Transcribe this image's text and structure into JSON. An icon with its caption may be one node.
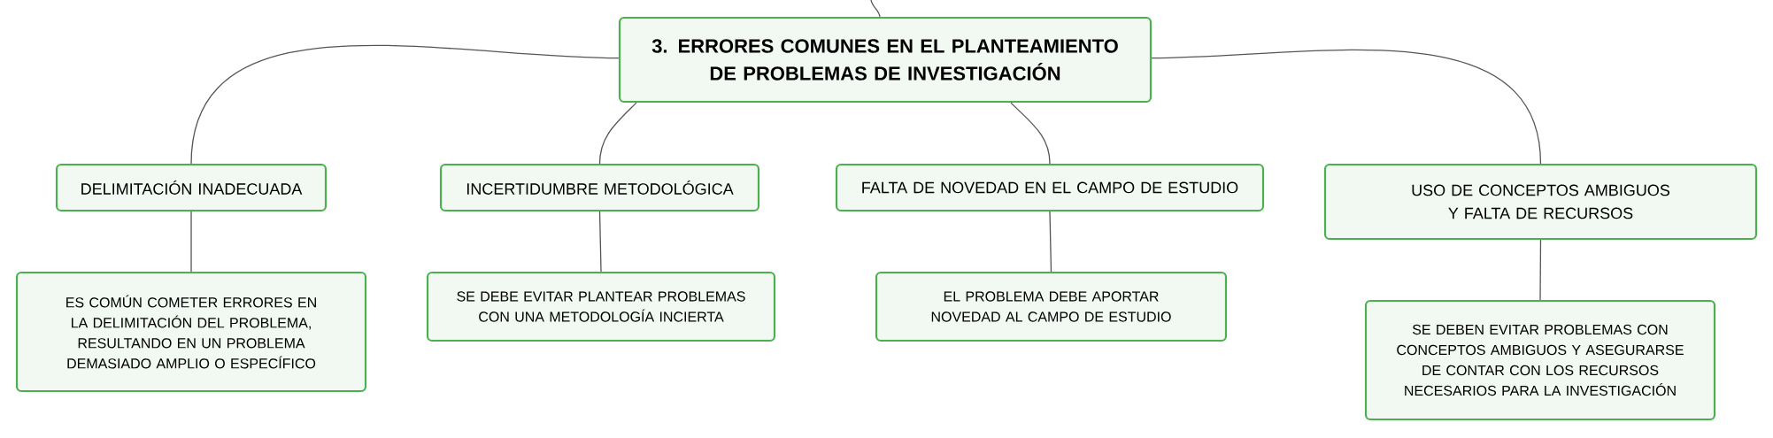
{
  "diagram": {
    "nodes": [
      {
        "text": [
          "3. ERRORES COMUNES EN EL PLANTEAMIENTO DE PROBLEMAS DE INVESTIGACIÓN"
        ]
      },
      {
        "text": [
          "DELIMITACIÓN INADECUADA"
        ]
      },
      {
        "text": [
          "INCERTIDUMBRE METODOLÓGICA"
        ]
      },
      {
        "text": [
          "FALTA DE NOVEDAD EN EL CAMPO DE ESTUDIO"
        ]
      },
      {
        "text": [
          "USO DE CONCEPTOS AMBIGUOS Y FALTA DE RECURSOS"
        ]
      },
      {
        "text": [
          "ES COMÚN COMETER ERRORES EN LA DELIMITACIÓN DEL PROBLEMA, RESULTANDO EN UN PROBLEMA DEMASIADO AMPLIO O ESPECÍFICO"
        ]
      },
      {
        "text": [
          "SE DEBE EVITAR PLANTEAR PROBLEMAS CON UNA METODOLOGÍA INCIERTA"
        ]
      },
      {
        "text": [
          "EL PROBLEMA DEBE APORTAR NOVEDAD AL CAMPO DE ESTUDIO"
        ]
      },
      {
        "text": [
          "SE DEBEN EVITAR PROBLEMAS CON CONCEPTOS AMBIGUOS Y ASEGURARSE DE CONTAR CON LOS RECURSOS NECESARIOS PARA LA INVESTIGACIÓN"
        ]
      }
    ],
    "edges": [
      {
        "from": null,
        "to": 0,
        "arrow": "none"
      },
      {
        "from": 0,
        "to": 1,
        "arrow": "none"
      },
      {
        "from": 0,
        "to": 2,
        "arrow": "none"
      },
      {
        "from": 0,
        "to": 3,
        "arrow": "none"
      },
      {
        "from": 0,
        "to": 4,
        "arrow": "none"
      },
      {
        "from": 1,
        "to": 5,
        "arrow": "none"
      },
      {
        "from": 2,
        "to": 6,
        "arrow": "none"
      },
      {
        "from": 3,
        "to": 7,
        "arrow": "none"
      },
      {
        "from": 4,
        "to": 8,
        "arrow": "none"
      }
    ]
  }
}
